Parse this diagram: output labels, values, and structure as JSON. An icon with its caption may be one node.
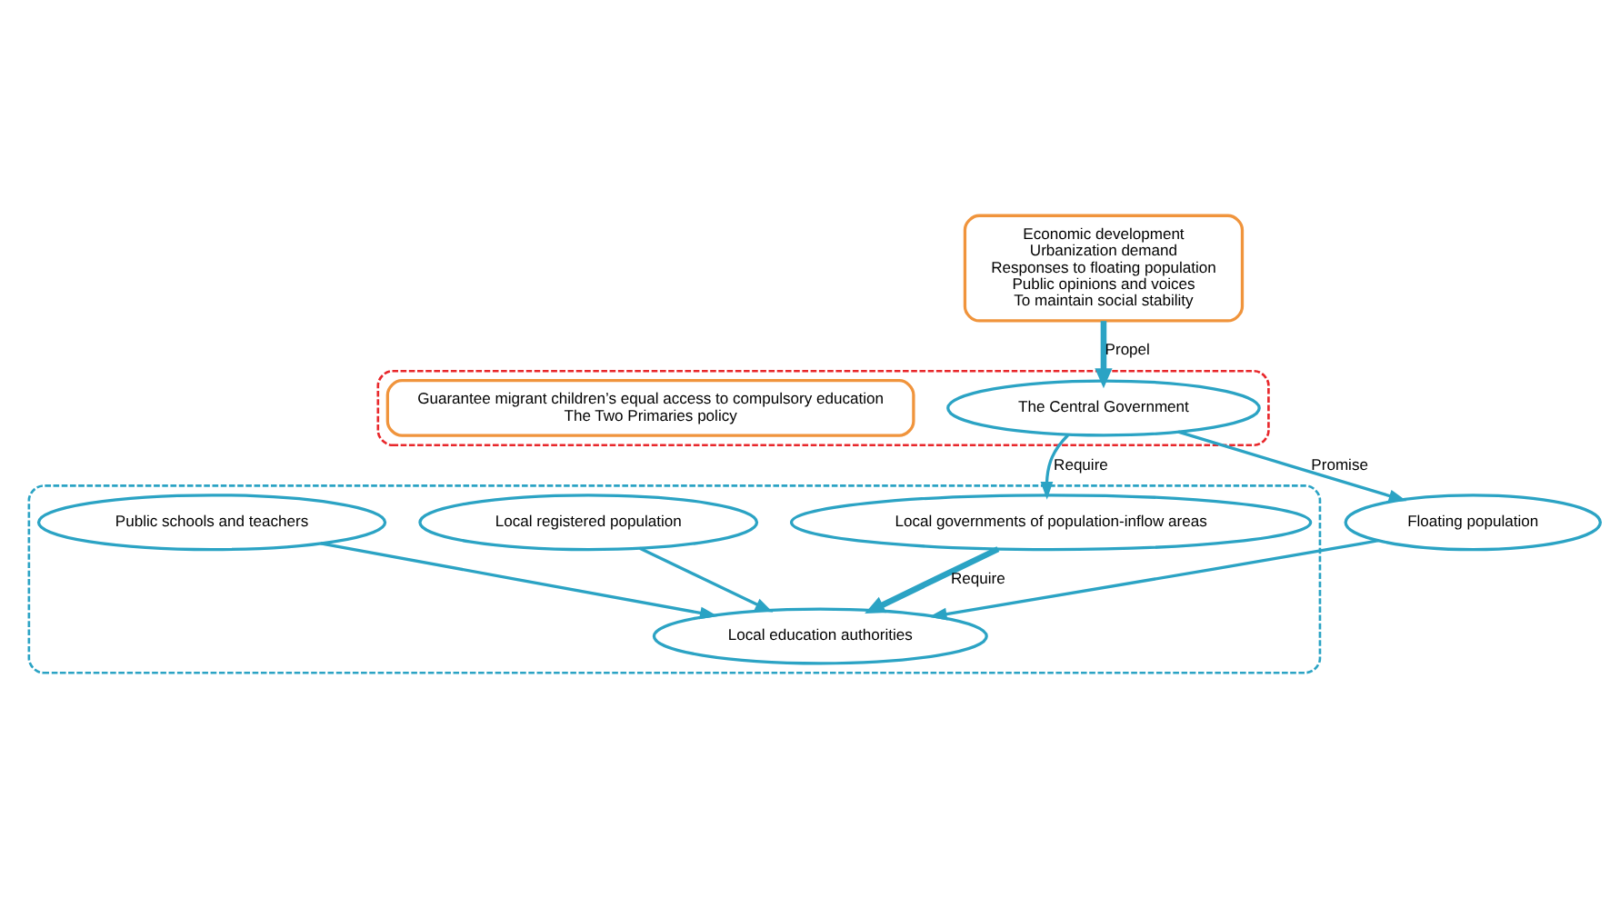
{
  "diagram": {
    "nodes": [
      {
        "text": [
          "Economic development",
          "Urbanization demand",
          "Responses to floating population",
          "Public opinions and voices",
          "To maintain social stability"
        ]
      },
      {
        "text": [],
        "shape": "box"
      },
      {
        "text": [],
        "shape": "box"
      },
      {
        "text": [
          "Local governments of population-inflow areas"
        ],
        "in": 2
      },
      {
        "text": [
          "The Central Government"
        ],
        "in": 1
      },
      {
        "text": [
          "Local education authorities"
        ],
        "in": 2
      },
      {
        "text": [
          "Floating population"
        ]
      },
      {
        "text": [
          "Guarantee migrant children’s equal access to compulsory education",
          "The Two Primaries policy"
        ],
        "in": 1
      },
      {
        "text": [
          "Local registered population"
        ],
        "in": 2
      },
      {
        "text": [
          "Public schools and teachers"
        ],
        "in": 2
      }
    ],
    "edges": [
      {
        "from": 0,
        "to": 4,
        "arrow": "to",
        "label": "Propel",
        "style": "thick"
      },
      {
        "from": 4,
        "to": 3,
        "arrow": "to",
        "label": "Require"
      },
      {
        "from": 4,
        "to": 6,
        "arrow": "to",
        "label": "Promise"
      },
      {
        "from": 3,
        "to": 5,
        "arrow": "to",
        "label": "Require",
        "style": "thick"
      },
      {
        "from": 6,
        "to": 5,
        "arrow": "to"
      },
      {
        "from": 8,
        "to": 5,
        "arrow": "to"
      },
      {
        "from": 9,
        "to": 5,
        "arrow": "to"
      }
    ]
  }
}
